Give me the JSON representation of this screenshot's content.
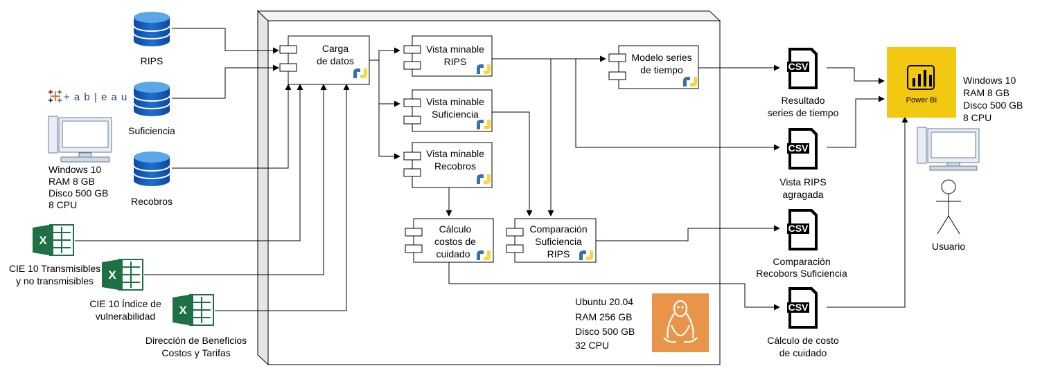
{
  "sources": {
    "rips": "RIPS",
    "suficiencia": "Suficiencia",
    "recobros": "Recobros",
    "tableau": "+ a b | e a u",
    "cie10_transmisibles": [
      "CIE 10 Transmisibles",
      "y no transmisibles"
    ],
    "cie10_vulnerabilidad": [
      "CIE 10 Índice de",
      "vulnerabilidad"
    ],
    "beneficios": [
      "Dirección de Beneficios",
      "Costos y Tarifas"
    ]
  },
  "client_pc": {
    "specs": [
      "Windows 10",
      "RAM 8 GB",
      "Disco 500 GB",
      "8 CPU"
    ]
  },
  "server": {
    "specs": [
      "Ubuntu 20.04",
      "RAM 256 GB",
      "Disco 500 GB",
      "32 CPU"
    ]
  },
  "components": {
    "carga": [
      "Carga",
      "de datos"
    ],
    "vm_rips": [
      "Vista minable",
      "RIPS"
    ],
    "vm_suficiencia": [
      "Vista minable",
      "Suficiencia"
    ],
    "vm_recobros": [
      "Vista minable",
      "Recobros"
    ],
    "modelo_series": [
      "Modelo series",
      "de tiempo"
    ],
    "calculo_costos": [
      "Cálculo",
      "costos de",
      "cuidado"
    ],
    "comparacion": [
      "Comparación",
      "Suficiencia",
      "RIPS"
    ]
  },
  "outputs": {
    "csv_badge": "CSV",
    "resultado_series": [
      "Resultado",
      "series de tiempo"
    ],
    "vista_rips": [
      "Vista RIPS",
      "agragada"
    ],
    "comparacion_recobors": [
      "Comparación",
      "Recobors Suficiencia"
    ],
    "calculo_costo": [
      "Cálculo de costo",
      "de cuidado"
    ]
  },
  "powerbi": {
    "label": "Power BI",
    "specs": [
      "Windows 10",
      "RAM 8 GB",
      "Disco 500 GB",
      "8 CPU"
    ]
  },
  "user": {
    "label": "Usuario"
  },
  "colors": {
    "db_blue": "#1565c0",
    "db_light": "#5aa6e6",
    "excel_green": "#1e7145",
    "ubuntu_orange": "#e8954a",
    "powerbi_yellow": "#f2c811",
    "python_blue": "#3772a4",
    "python_yellow": "#ffd43b",
    "server_side": "#e6e6e6"
  }
}
